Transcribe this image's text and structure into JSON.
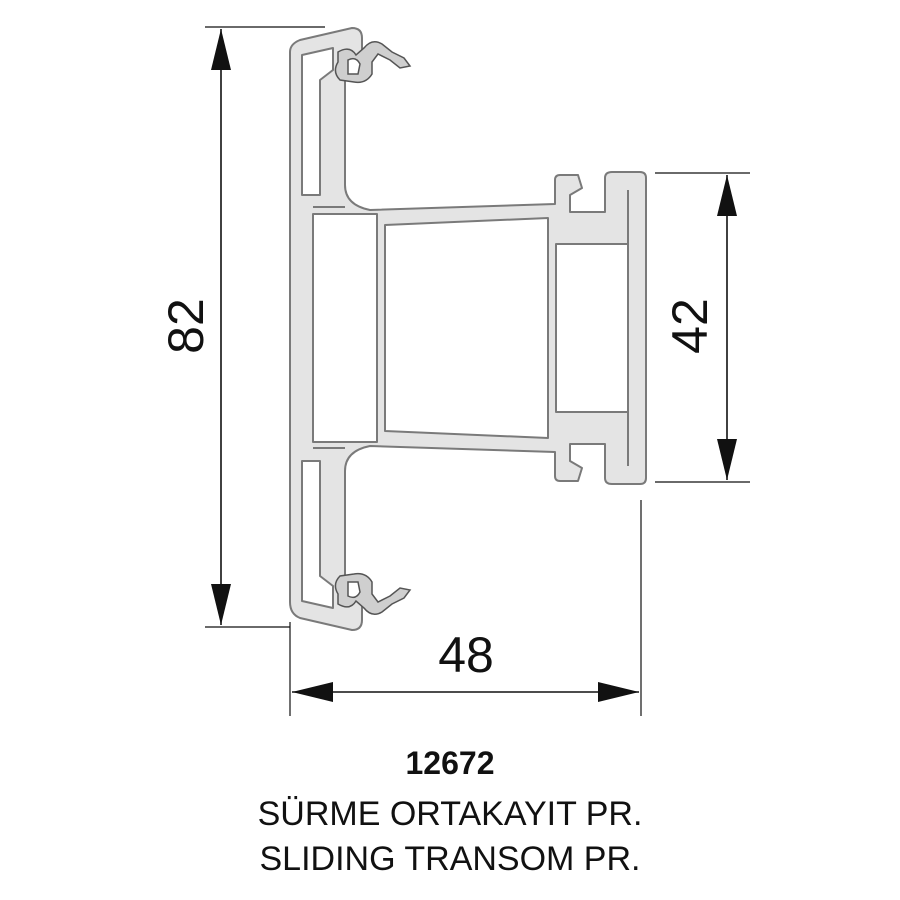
{
  "dimensions": {
    "height_total": "82",
    "height_right": "42",
    "width": "48"
  },
  "product": {
    "code": "12672",
    "name_tr": "SÜRME ORTAKAYIT PR.",
    "name_en": "SLIDING TRANSOM PR."
  },
  "colors": {
    "profile_fill": "#e4e4e4",
    "profile_stroke": "#7a7a7a",
    "gasket_fill": "#cfcfcf",
    "line": "#111111"
  }
}
